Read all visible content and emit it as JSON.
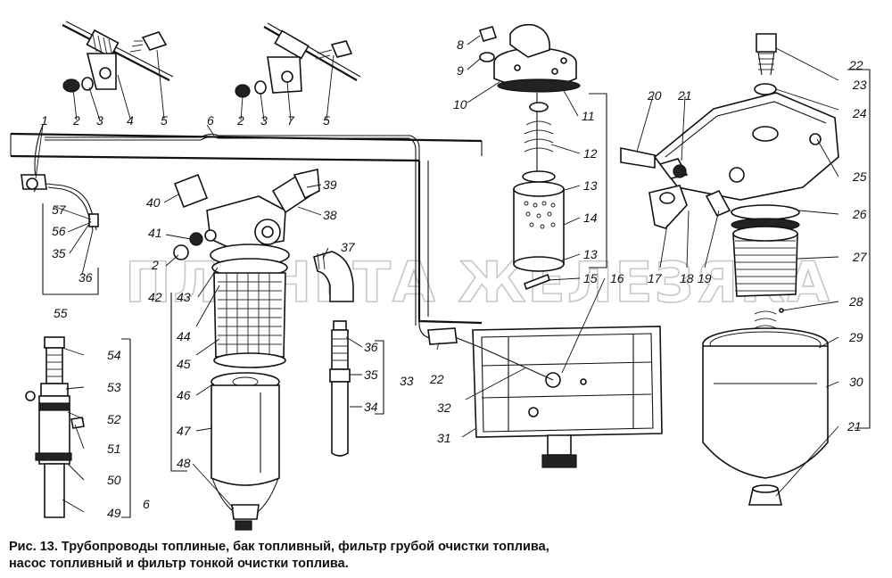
{
  "caption": {
    "line1": "Рис. 13. Трубопроводы топлиные, бак топливный, фильтр грубой очистки топлива,",
    "line2": "насос топливный и фильтр тонкой очистки топлива."
  },
  "watermark": "ПЛАНЕТА ЖЕЛЕЗЯКА",
  "callouts": [
    "1",
    "2",
    "3",
    "4",
    "5",
    "2",
    "3",
    "7",
    "5",
    "6",
    "57",
    "56",
    "35",
    "36",
    "55",
    "40",
    "39",
    "41",
    "38",
    "2",
    "37",
    "42",
    "43",
    "44",
    "45",
    "46",
    "47",
    "48",
    "54",
    "53",
    "52",
    "51",
    "50",
    "49",
    "6",
    "36",
    "35",
    "33",
    "34",
    "8",
    "9",
    "10",
    "11",
    "12",
    "13",
    "14",
    "13",
    "15",
    "16",
    "22",
    "32",
    "31",
    "20",
    "21",
    "22",
    "23",
    "24",
    "25",
    "26",
    "27",
    "17",
    "18",
    "19",
    "28",
    "29",
    "30",
    "21"
  ]
}
